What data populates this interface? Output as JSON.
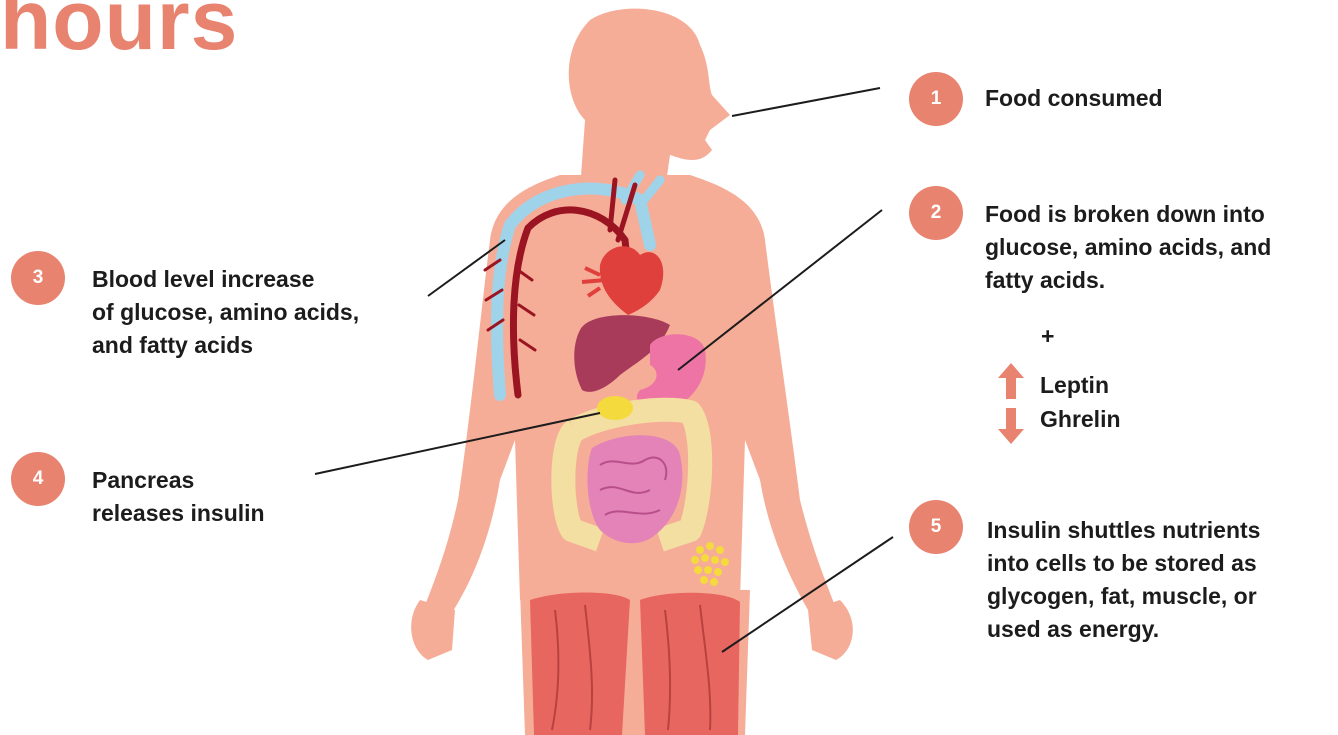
{
  "title": "hours",
  "colors": {
    "accent": "#e8836f",
    "skin": "#f6ad98",
    "vein": "#9fd3ea",
    "artery": "#9b1422",
    "heart": "#e0403c",
    "liver": "#a93b5a",
    "stomach": "#ee74a6",
    "intestine": "#f3dfa2",
    "small_intestine": "#e383b8",
    "pancreas": "#f4da3c",
    "muscle": "#e86660"
  },
  "steps": [
    {
      "number": "1",
      "text": "Food consumed"
    },
    {
      "number": "2",
      "text": "Food is broken down into\nglucose, amino acids, and\nfatty acids."
    },
    {
      "number": "3",
      "text": "Blood level increase\nof glucose, amino acids,\nand fatty acids"
    },
    {
      "number": "4",
      "text": "Pancreas\nreleases insulin"
    },
    {
      "number": "5",
      "text": "Insulin shuttles nutrients\ninto cells to be stored as\nglycogen, fat, muscle, or\nused as energy."
    }
  ],
  "hormones": {
    "plus": "+",
    "up": {
      "label": "Leptin",
      "icon": "arrow-up-icon"
    },
    "down": {
      "label": "Ghrelin",
      "icon": "arrow-down-icon"
    }
  }
}
